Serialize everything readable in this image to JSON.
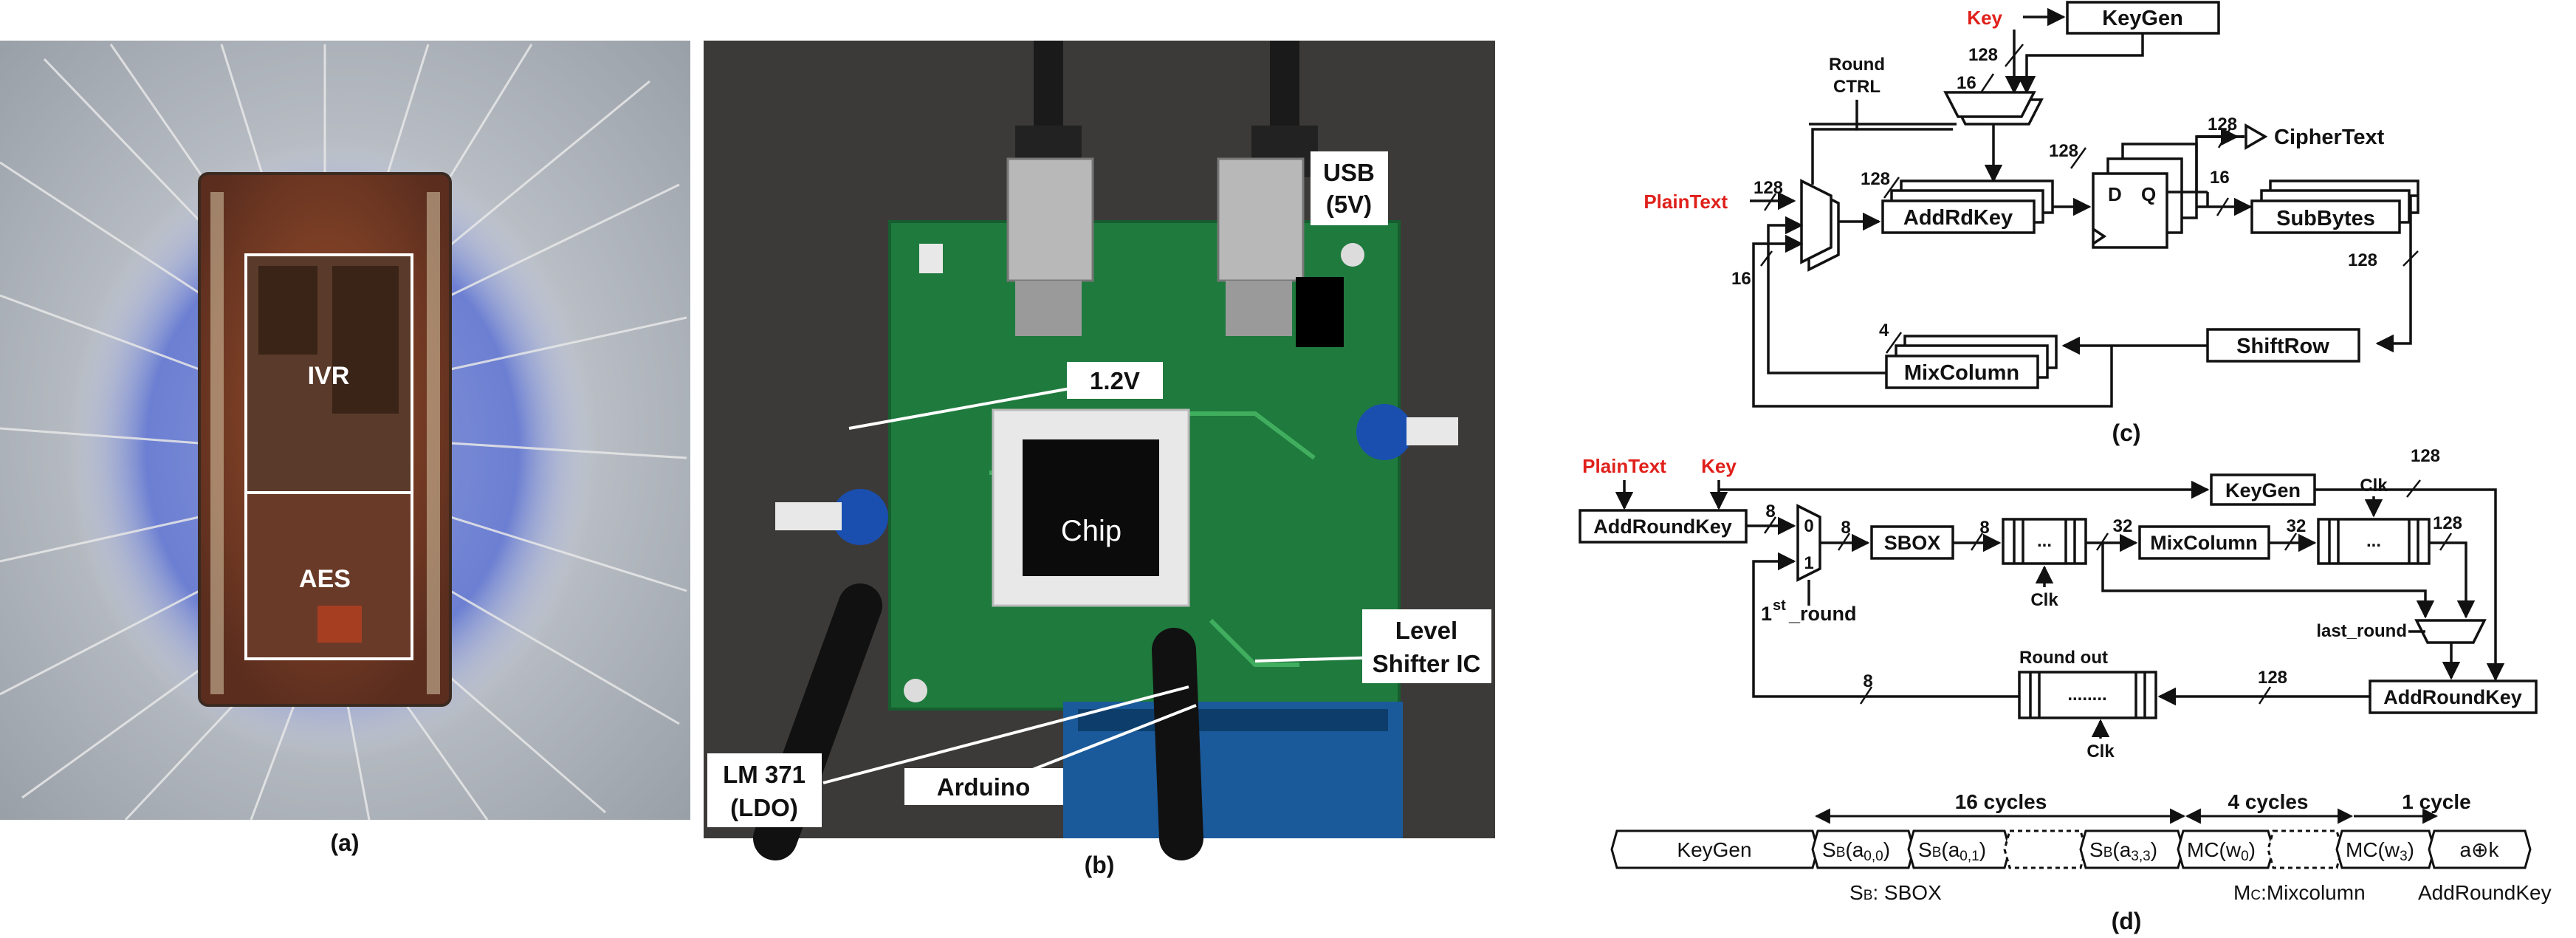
{
  "panel_a": {
    "labels": {
      "ivr": "IVR",
      "aes": "AES"
    },
    "caption": "(a)"
  },
  "panel_b": {
    "labels": {
      "usb_line1": "USB",
      "usb_line2": "(5V)",
      "v12": "1.2V",
      "chip": "Chip",
      "level_line1": "Level",
      "level_line2": "Shifter IC",
      "lm_line1": "LM 371",
      "lm_line2": "(LDO)",
      "arduino": "Arduino"
    },
    "caption": "(b)"
  },
  "panel_c": {
    "key": "Key",
    "keygen": "KeyGen",
    "round_ctrl_1": "Round",
    "round_ctrl_2": "CTRL",
    "plaintext": "PlainText",
    "addrdkey": "AddRdKey",
    "dff_d": "D",
    "dff_q": "Q",
    "subbytes": "SubBytes",
    "ciphertext": "CipherText",
    "shiftrow": "ShiftRow",
    "mixcolumn": "MixColumn",
    "w128": "128",
    "w16": "16",
    "w4": "4",
    "caption": "(c)"
  },
  "panel_d": {
    "plaintext": "PlainText",
    "key": "Key",
    "keygen": "KeyGen",
    "addroundkey_in": "AddRoundKey",
    "sbox": "SBOX",
    "mixcolumn": "MixColumn",
    "clk": "Clk",
    "mux0": "0",
    "mux1": "1",
    "first_round_a": "1",
    "first_round_sup": "st",
    "first_round_b": "_round",
    "last_round": "last_round",
    "round_out": "Round out",
    "addroundkey_out": "AddRoundKey",
    "w8": "8",
    "w32": "32",
    "w128": "128",
    "dots": "...",
    "dots_long": "........",
    "caption": "(d)"
  },
  "timeline": {
    "cycles16": "16 cycles",
    "cycles4": "4 cycles",
    "cycles1": "1 cycle",
    "keygen": "KeyGen",
    "sb00": {
      "a": "S",
      "b": "B",
      "c": "(a",
      "d": "0,0",
      "e": ")"
    },
    "sb01": {
      "a": "S",
      "b": "B",
      "c": "(a",
      "d": "0,1",
      "e": ")"
    },
    "sb33": {
      "a": "S",
      "b": "B",
      "c": "(a",
      "d": "3,3",
      "e": ")"
    },
    "mc0": {
      "a": "MC(w",
      "b": "0",
      "c": ")"
    },
    "mc3": {
      "a": "MC(w",
      "b": "3",
      "c": ")"
    },
    "ak": "a⊕k",
    "leg_sbox_a": "S",
    "leg_sbox_b": "B",
    "leg_sbox_c": ": SBOX",
    "leg_mc_a": "M",
    "leg_mc_b": "C",
    "leg_mc_c": ":Mixcolumn",
    "leg_ark": "AddRoundKey"
  }
}
